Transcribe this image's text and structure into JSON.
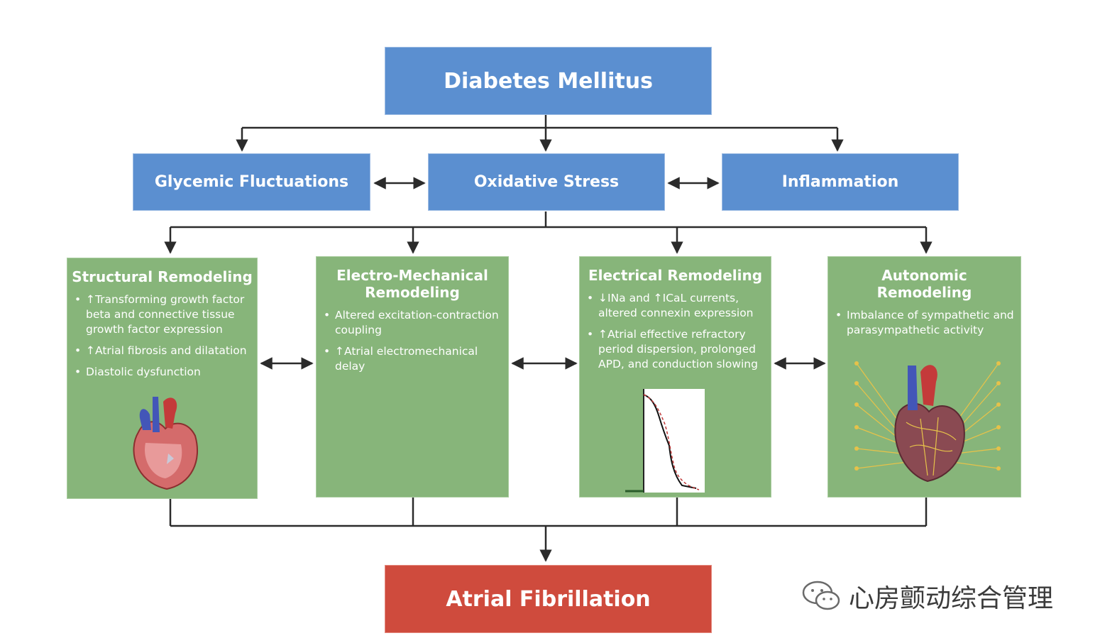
{
  "top": {
    "label": "Diabetes Mellitus"
  },
  "mechanisms": [
    {
      "label": "Glycemic Fluctuations"
    },
    {
      "label": "Oxidative Stress"
    },
    {
      "label": "Inflammation"
    }
  ],
  "remodeling": [
    {
      "title": "Structural Remodeling",
      "bullets": [
        "↑Transforming growth factor beta and connective tissue growth factor expression",
        "↑Atrial fibrosis and dilatation",
        "Diastolic dysfunction"
      ]
    },
    {
      "title": "Electro-Mechanical Remodeling",
      "bullets": [
        "Altered excitation-contraction coupling",
        "↑Atrial electromechanical delay"
      ]
    },
    {
      "title": "Electrical Remodeling",
      "bullets": [
        "↓INa and ↑ICaL currents, altered connexin expression",
        "↑Atrial effective refractory period dispersion, prolonged APD, and conduction slowing"
      ]
    },
    {
      "title": "Autonomic Remodeling",
      "bullets": [
        "Imbalance of sympathetic and parasympathetic activity"
      ]
    }
  ],
  "outcome": {
    "label": "Atrial Fibrillation"
  },
  "watermark": {
    "text": "心房颤动综合管理"
  },
  "colors": {
    "blue": "#5b8fd0",
    "green": "#87b57a",
    "red": "#cf4b3d",
    "connector": "#2b2b2b"
  }
}
